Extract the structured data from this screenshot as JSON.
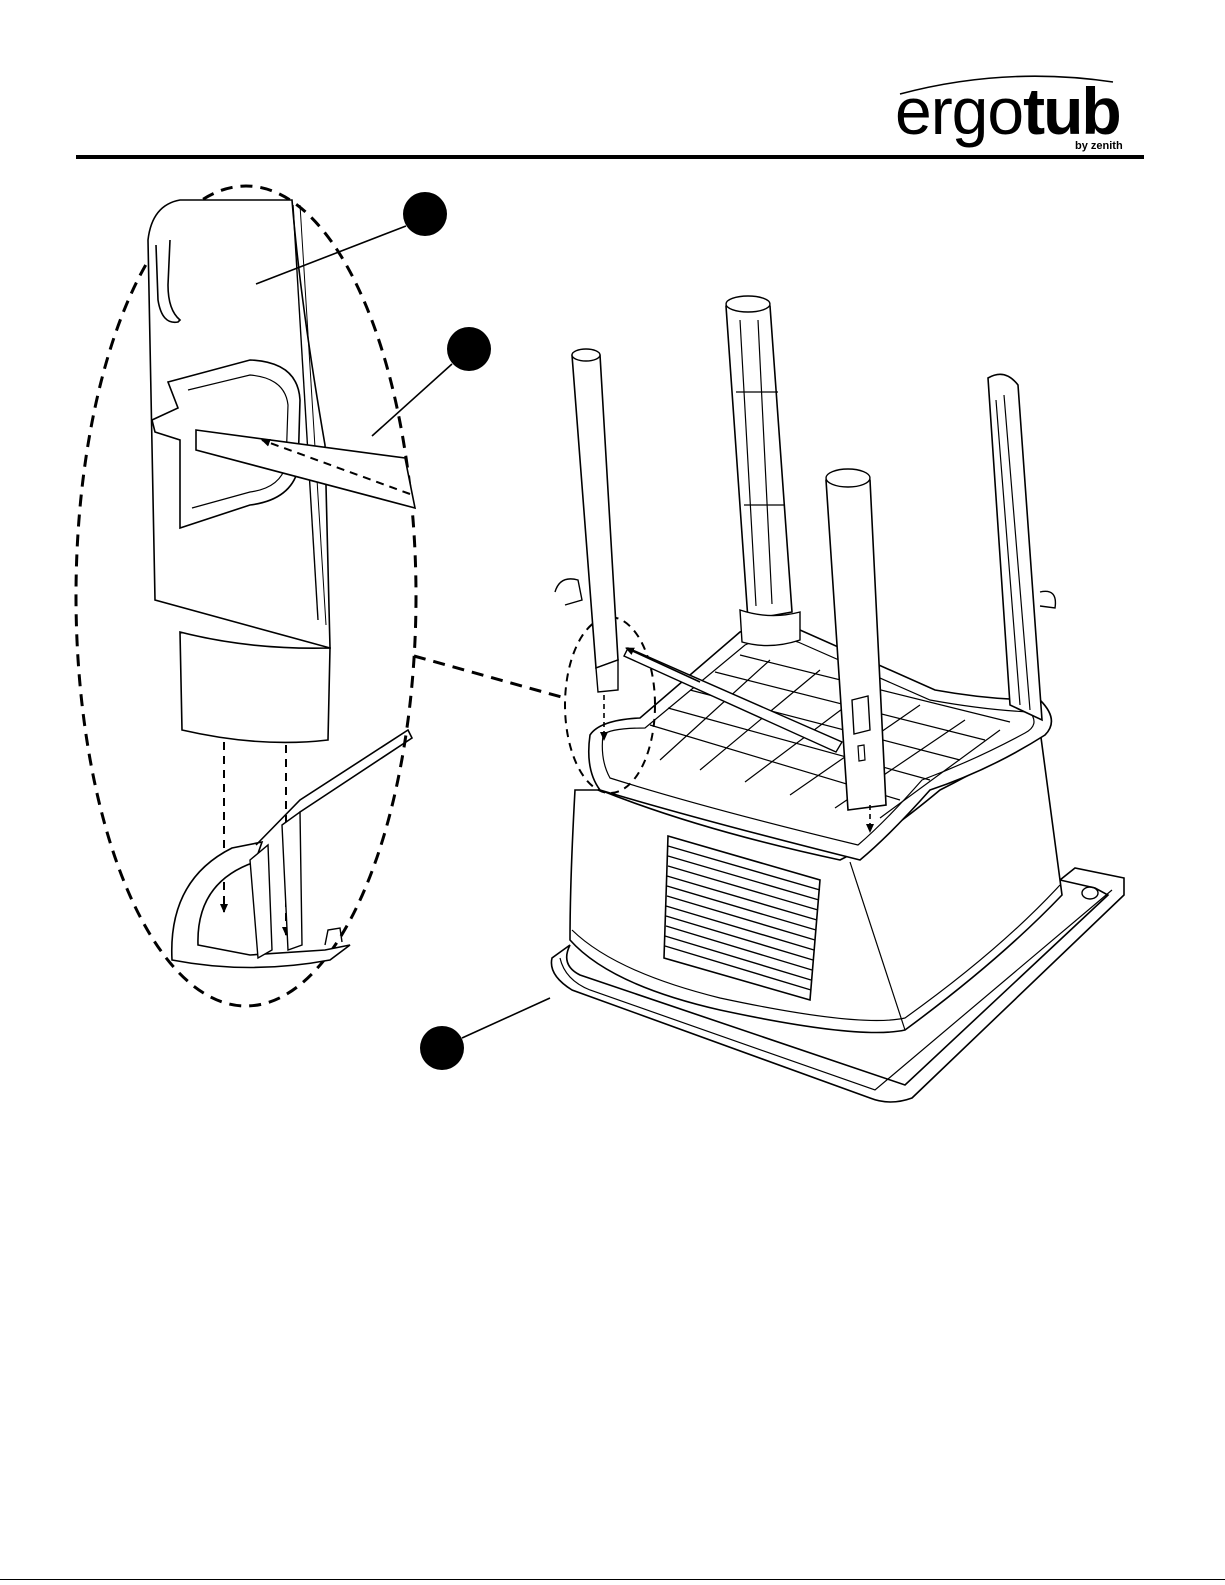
{
  "logo": {
    "word_light": "ergo",
    "word_bold": "tub",
    "byline": "by zenith"
  },
  "colors": {
    "ink": "#000000",
    "paper": "#ffffff",
    "shade": "#f1f1f1"
  }
}
